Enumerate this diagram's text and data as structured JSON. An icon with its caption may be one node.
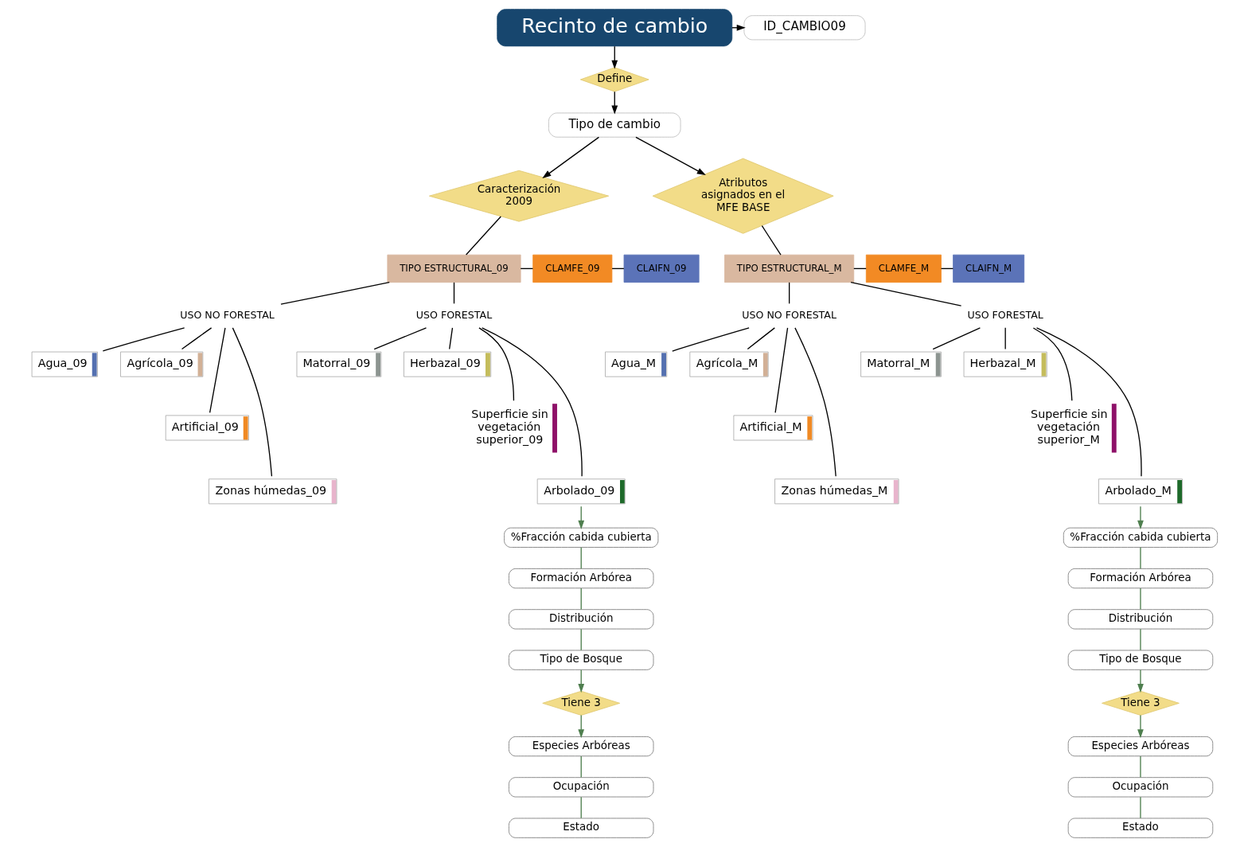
{
  "diagram": {
    "nodes": [
      {
        "text": [
          "Recinto de cambio"
        ]
      },
      {
        "text": [
          "ID_CAMBIO09"
        ]
      },
      {
        "text": [
          "Define"
        ]
      },
      {
        "text": [
          "Tipo de cambio"
        ]
      },
      {
        "text": [
          "Caracterización 2009"
        ]
      },
      {
        "text": [
          "Atributos asignados en el MFE BASE"
        ]
      },
      {
        "text": [
          "TIPO ESTRUCTURAL_09"
        ]
      },
      {
        "text": [
          "CLAMFE_09"
        ]
      },
      {
        "text": [
          "CLAIFN_09"
        ]
      },
      {
        "text": [
          "USO NO FORESTAL"
        ]
      },
      {
        "text": [
          "USO FORESTAL"
        ]
      },
      {
        "text": [
          "Agua_09"
        ]
      },
      {
        "text": [
          "Agrícola_09"
        ]
      },
      {
        "text": [
          "Artificial_09"
        ]
      },
      {
        "text": [
          "Zonas húmedas_09"
        ]
      },
      {
        "text": [
          "Matorral_09"
        ]
      },
      {
        "text": [
          "Herbazal_09"
        ]
      },
      {
        "text": [
          "Superficie sin vegetación superior_09"
        ]
      },
      {
        "text": [
          "Arbolado_09"
        ]
      },
      {
        "text": [
          "%Fracción cabida cubierta"
        ]
      },
      {
        "text": [
          "Formación Arbórea"
        ]
      },
      {
        "text": [
          "Distribución"
        ]
      },
      {
        "text": [
          "Tipo de Bosque"
        ]
      },
      {
        "text": [
          "Tiene 3"
        ]
      },
      {
        "text": [
          "Especies Arbóreas"
        ]
      },
      {
        "text": [
          "Ocupación"
        ]
      },
      {
        "text": [
          "Estado"
        ]
      },
      {
        "text": [
          "CLAIFN_M"
        ]
      },
      {
        "text": [
          "CLAMFE_M"
        ]
      },
      {
        "text": [
          "TIPO ESTRUCTURAL_M"
        ]
      },
      {
        "text": [
          "USO NO FORESTAL"
        ]
      },
      {
        "text": [
          "USO FORESTAL"
        ]
      },
      {
        "text": [
          "Agua_M"
        ]
      },
      {
        "text": [
          "Agrícola_M"
        ]
      },
      {
        "text": [
          "Artificial_M"
        ]
      },
      {
        "text": [
          "Zonas húmedas_M"
        ]
      },
      {
        "text": [
          "Matorral_M"
        ]
      },
      {
        "text": [
          "Herbazal_M"
        ]
      },
      {
        "text": [
          "Superficie sin vegetación superior_M"
        ]
      },
      {
        "text": [
          "Arbolado_M"
        ]
      },
      {
        "text": [
          "%Fracción cabida cubierta"
        ]
      },
      {
        "text": [
          "Formación Arbórea"
        ]
      },
      {
        "text": [
          "Distribución"
        ]
      },
      {
        "text": [
          "Tipo de Bosque"
        ]
      },
      {
        "text": [
          "Tiene 3"
        ]
      },
      {
        "text": [
          "Especies Arbóreas"
        ]
      },
      {
        "text": [
          "Ocupación"
        ]
      },
      {
        "text": [
          "Estado"
        ]
      }
    ],
    "edges": [
      {
        "from": 0,
        "to": 1,
        "arrow": "to"
      },
      {
        "from": 0,
        "to": 2,
        "arrow": "to"
      },
      {
        "from": 2,
        "to": 3,
        "arrow": "to"
      },
      {
        "from": 3,
        "to": 4,
        "arrow": "to"
      },
      {
        "from": 3,
        "to": 5,
        "arrow": "to"
      },
      {
        "from": 4,
        "to": 6,
        "arrow": "none"
      },
      {
        "from": 6,
        "to": 7,
        "arrow": "none"
      },
      {
        "from": 7,
        "to": 8,
        "arrow": "none"
      },
      {
        "from": 6,
        "to": 9,
        "arrow": "none"
      },
      {
        "from": 6,
        "to": 10,
        "arrow": "none"
      },
      {
        "from": 9,
        "to": 11,
        "arrow": "none"
      },
      {
        "from": 9,
        "to": 13,
        "arrow": "none"
      },
      {
        "from": 9,
        "to": 12,
        "arrow": "none"
      },
      {
        "from": 9,
        "to": 14,
        "arrow": "none"
      },
      {
        "from": 10,
        "to": 15,
        "arrow": "none"
      },
      {
        "from": 10,
        "to": 18,
        "arrow": "none"
      },
      {
        "from": 10,
        "to": 16,
        "arrow": "none"
      },
      {
        "from": 10,
        "to": 17,
        "arrow": "none"
      },
      {
        "from": 18,
        "to": 19,
        "arrow": "to",
        "color": "#4f7f4f"
      },
      {
        "from": 19,
        "to": 20,
        "arrow": "none",
        "color": "#4f7f4f"
      },
      {
        "from": 20,
        "to": 21,
        "arrow": "none",
        "color": "#4f7f4f"
      },
      {
        "from": 21,
        "to": 22,
        "arrow": "none",
        "color": "#4f7f4f"
      },
      {
        "from": 22,
        "to": 23,
        "arrow": "to",
        "color": "#4f7f4f"
      },
      {
        "from": 23,
        "to": 24,
        "arrow": "to",
        "color": "#4f7f4f"
      },
      {
        "from": 24,
        "to": 25,
        "arrow": "none",
        "color": "#4f7f4f"
      },
      {
        "from": 25,
        "to": 26,
        "arrow": "none",
        "color": "#4f7f4f"
      },
      {
        "from": 5,
        "to": 29,
        "arrow": "none"
      },
      {
        "from": 29,
        "to": 28,
        "arrow": "none"
      },
      {
        "from": 28,
        "to": 27,
        "arrow": "none"
      },
      {
        "from": 29,
        "to": 30,
        "arrow": "none"
      },
      {
        "from": 29,
        "to": 31,
        "arrow": "none"
      },
      {
        "from": 30,
        "to": 32,
        "arrow": "none"
      },
      {
        "from": 30,
        "to": 34,
        "arrow": "none"
      },
      {
        "from": 30,
        "to": 33,
        "arrow": "none"
      },
      {
        "from": 30,
        "to": 35,
        "arrow": "none"
      },
      {
        "from": 31,
        "to": 36,
        "arrow": "none"
      },
      {
        "from": 31,
        "to": 39,
        "arrow": "none"
      },
      {
        "from": 31,
        "to": 37,
        "arrow": "none"
      },
      {
        "from": 31,
        "to": 38,
        "arrow": "none"
      },
      {
        "from": 39,
        "to": 40,
        "arrow": "to",
        "color": "#4f7f4f"
      },
      {
        "from": 40,
        "to": 41,
        "arrow": "none",
        "color": "#4f7f4f"
      },
      {
        "from": 41,
        "to": 42,
        "arrow": "none",
        "color": "#4f7f4f"
      },
      {
        "from": 42,
        "to": 43,
        "arrow": "none",
        "color": "#4f7f4f"
      },
      {
        "from": 43,
        "to": 44,
        "arrow": "to",
        "color": "#4f7f4f"
      },
      {
        "from": 44,
        "to": 45,
        "arrow": "to",
        "color": "#4f7f4f"
      },
      {
        "from": 45,
        "to": 46,
        "arrow": "none",
        "color": "#4f7f4f"
      },
      {
        "from": 46,
        "to": 47,
        "arrow": "none",
        "color": "#4f7f4f"
      }
    ]
  }
}
